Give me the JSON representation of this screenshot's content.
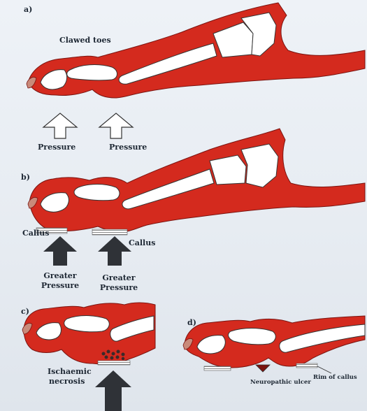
{
  "panels": [
    {
      "letter": "a)",
      "labels": {
        "title": "Clawed toes",
        "pressure_1": "Pressure",
        "pressure_2": "Pressure"
      }
    },
    {
      "letter": "b)",
      "labels": {
        "callus_1": "Callus",
        "callus_2": "Callus",
        "greater_1a": "Greater",
        "greater_1b": "Pressure",
        "greater_2a": "Greater",
        "greater_2b": "Pressure"
      }
    },
    {
      "letter": "c)",
      "labels": {
        "ischaemic_a": "Ischaemic",
        "ischaemic_b": "necrosis"
      }
    },
    {
      "letter": "d)",
      "labels": {
        "ulcer": "Neuropathic ulcer",
        "rim": "Rim of callus"
      }
    }
  ],
  "colors": {
    "tissue": "#d42a1e",
    "bone": "#ffffff",
    "outline": "#2b2b2b",
    "arrow_dark": "#2f3237"
  }
}
